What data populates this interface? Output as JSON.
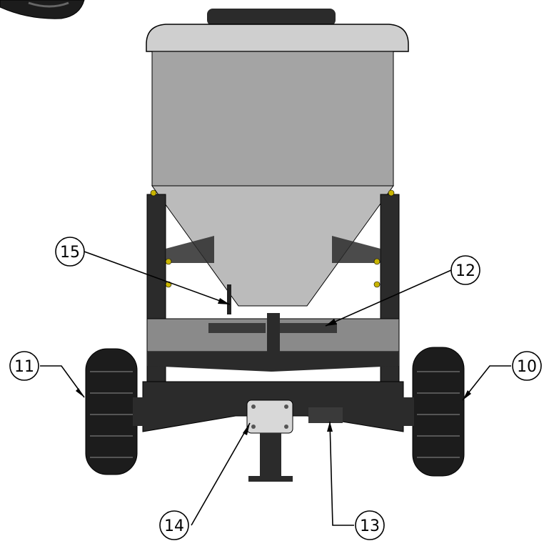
{
  "figure": {
    "colors": {
      "hopper_fill": "#a4a4a4",
      "lid_fill": "#cfcfcf",
      "frame_fill": "#2b2b2b",
      "deck_fill": "#8a8a8a",
      "tire_fill": "#1c1c1c",
      "line": "#000000",
      "bolt_yellow": "#c8b400"
    },
    "callouts": [
      {
        "id": "10",
        "label": "10",
        "target": "right-tire"
      },
      {
        "id": "11",
        "label": "11",
        "target": "left-tire"
      },
      {
        "id": "12",
        "label": "12",
        "target": "deflector-plate"
      },
      {
        "id": "13",
        "label": "13",
        "target": "hitch-bracket"
      },
      {
        "id": "14",
        "label": "14",
        "target": "gearbox"
      },
      {
        "id": "15",
        "label": "15",
        "target": "agitator-rod"
      }
    ]
  }
}
